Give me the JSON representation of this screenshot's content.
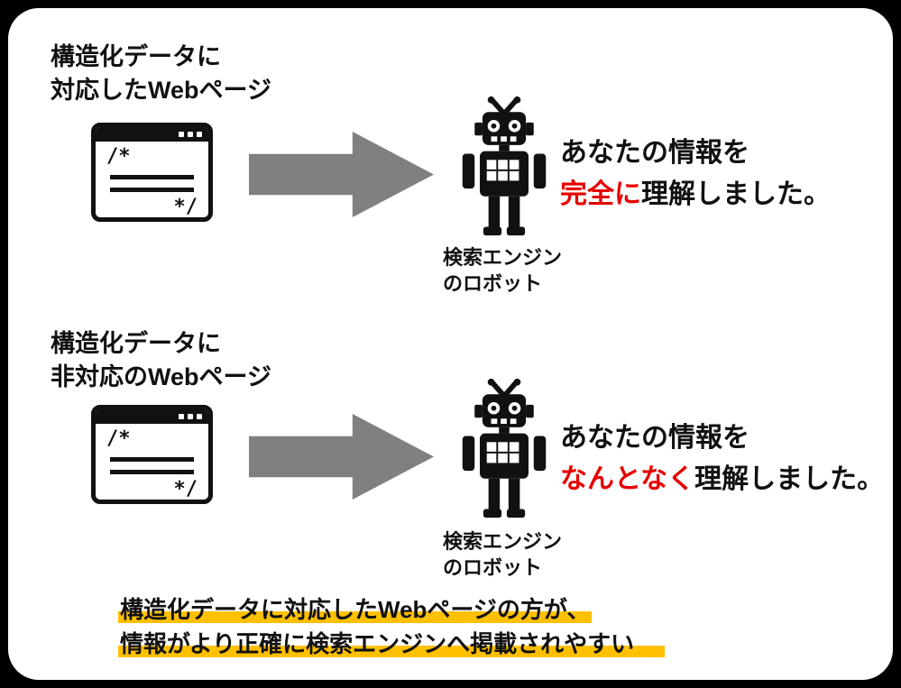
{
  "colors": {
    "red": "#e60000",
    "arrow": "#808080",
    "highlight": "#ffc000",
    "ink": "#111111"
  },
  "icons": {
    "webpage": "browser-window-icon",
    "arrow": "right-arrow-icon",
    "robot": "search-engine-robot-icon"
  },
  "rows": [
    {
      "heading_line1": "構造化データに",
      "heading_line2": "対応したWebページ",
      "code_open": "/*",
      "code_close": "*/",
      "robot_caption_line1": "検索エンジン",
      "robot_caption_line2": "のロボット",
      "result_line1": "あなたの情報を",
      "result_emphasis": "完全に",
      "result_rest": "理解しました。"
    },
    {
      "heading_line1": "構造化データに",
      "heading_line2": "非対応のWebページ",
      "code_open": "/*",
      "code_close": "*/",
      "robot_caption_line1": "検索エンジン",
      "robot_caption_line2": "のロボット",
      "result_line1": "あなたの情報を",
      "result_emphasis": "なんとなく",
      "result_rest": "理解しました。"
    }
  ],
  "conclusion": {
    "line1": "構造化データに対応したWebページの方が、",
    "line2": "情報がより正確に検索エンジンへ掲載されやすい"
  }
}
